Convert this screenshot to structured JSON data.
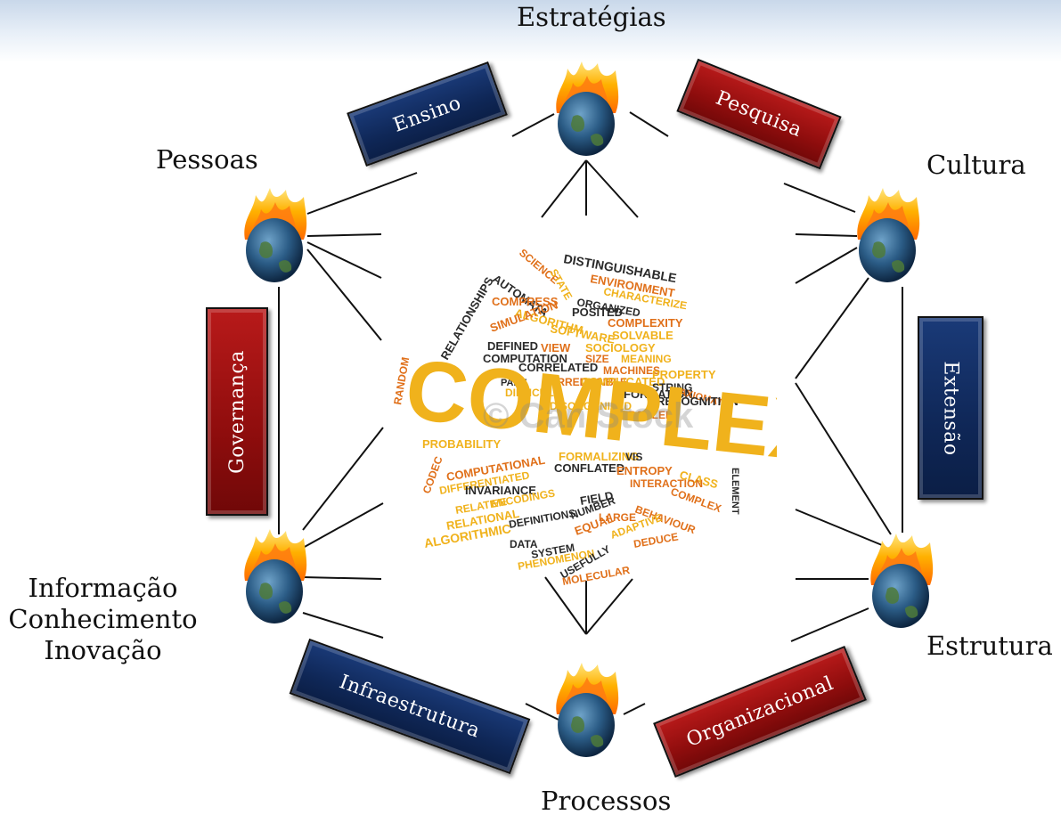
{
  "nodes": {
    "top": "Estratégias",
    "upper_left": "Pessoas",
    "upper_right": "Cultura",
    "lower_left": [
      "Informação",
      "Conhecimento",
      "Inovação"
    ],
    "lower_right": "Estrutura",
    "bottom": "Processos"
  },
  "boxes": {
    "ensino": "Ensino",
    "pesquisa": "Pesquisa",
    "governanca": "Governança",
    "extensao": "Extensão",
    "infraestrutura": "Infraestrutura",
    "organizacional": "Organizacional"
  },
  "wordcloud": {
    "main": "COMPLEXITY",
    "watermark": "© Can Stock",
    "words": [
      "DISTINGUISHABLE",
      "SCIENCE",
      "STATE",
      "AUTOMATA",
      "ENVIRONMENT",
      "CHARACTERIZE",
      "ORGANIZED",
      "COMPRESS",
      "ALGORITHM",
      "POSITED",
      "COMPLEXITY",
      "SOLVABLE",
      "RELATIONSHIPS",
      "SIMULATION",
      "SOFTWARE",
      "DEFINED",
      "VIEW",
      "SOCIOLOGY",
      "COMPUTATION",
      "SIZE",
      "MEANING",
      "CORRELATED",
      "MACHINES",
      "PROPERTY",
      "PART",
      "IRREDUCIBLE",
      "COMPLICATED",
      "STRING",
      "RANDOM",
      "DIFFICULT",
      "INFORMATION",
      "AXIOMATIC",
      "DISORGANIZED",
      "RECOGNITION",
      "PROBLEM",
      "PROBABILITY",
      "ELEMENT",
      "COMPUTATIONAL",
      "FORMALIZING",
      "VIS",
      "CODEC",
      "DIFFERENTIATED",
      "CONFLATED",
      "ENTROPY",
      "CLASS",
      "INVARIANCE",
      "INTERACTION",
      "ENCODINGS",
      "FIELD",
      "BEHAVIOUR",
      "RELATIVE",
      "NUMBER",
      "COMPLEX",
      "RELATIONAL",
      "DEFINITIONS",
      "EQUAL",
      "ALGORITHMIC",
      "DATA",
      "LARGE",
      "ADAPTIVE",
      "SYSTEM",
      "DEDUCE",
      "PHENOMENON",
      "USEFULLY",
      "MOLECULAR"
    ]
  },
  "colors": {
    "blue_box": "#0f2757",
    "red_box": "#8f0d0d",
    "cloud_yellow": "#f0b21c",
    "cloud_orange": "#e0701a",
    "cloud_dark": "#2a2a2a"
  }
}
